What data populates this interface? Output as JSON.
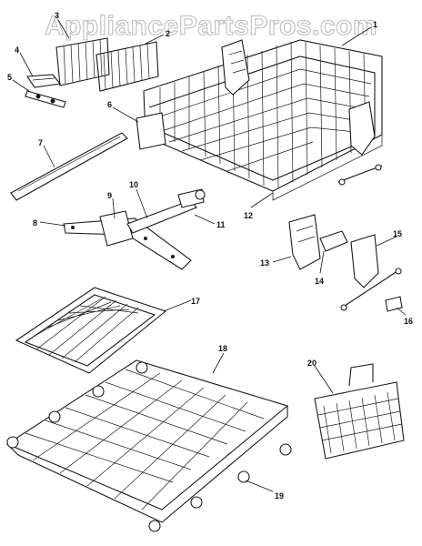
{
  "watermark": "AppliancePartsPros.com",
  "callouts": {
    "c1": "1",
    "c2": "2",
    "c3": "3",
    "c4": "4",
    "c5": "5",
    "c6": "6",
    "c7": "7",
    "c8": "8",
    "c9": "9",
    "c10": "10",
    "c11": "11",
    "c12": "12",
    "c13": "13",
    "c14": "14",
    "c15": "15",
    "c16": "16",
    "c17": "17",
    "c18": "18",
    "c19": "19",
    "c20": "20"
  },
  "colors": {
    "line": "#1a1a1a",
    "watermark_outline": "#bdbdbd",
    "background": "#ffffff"
  }
}
